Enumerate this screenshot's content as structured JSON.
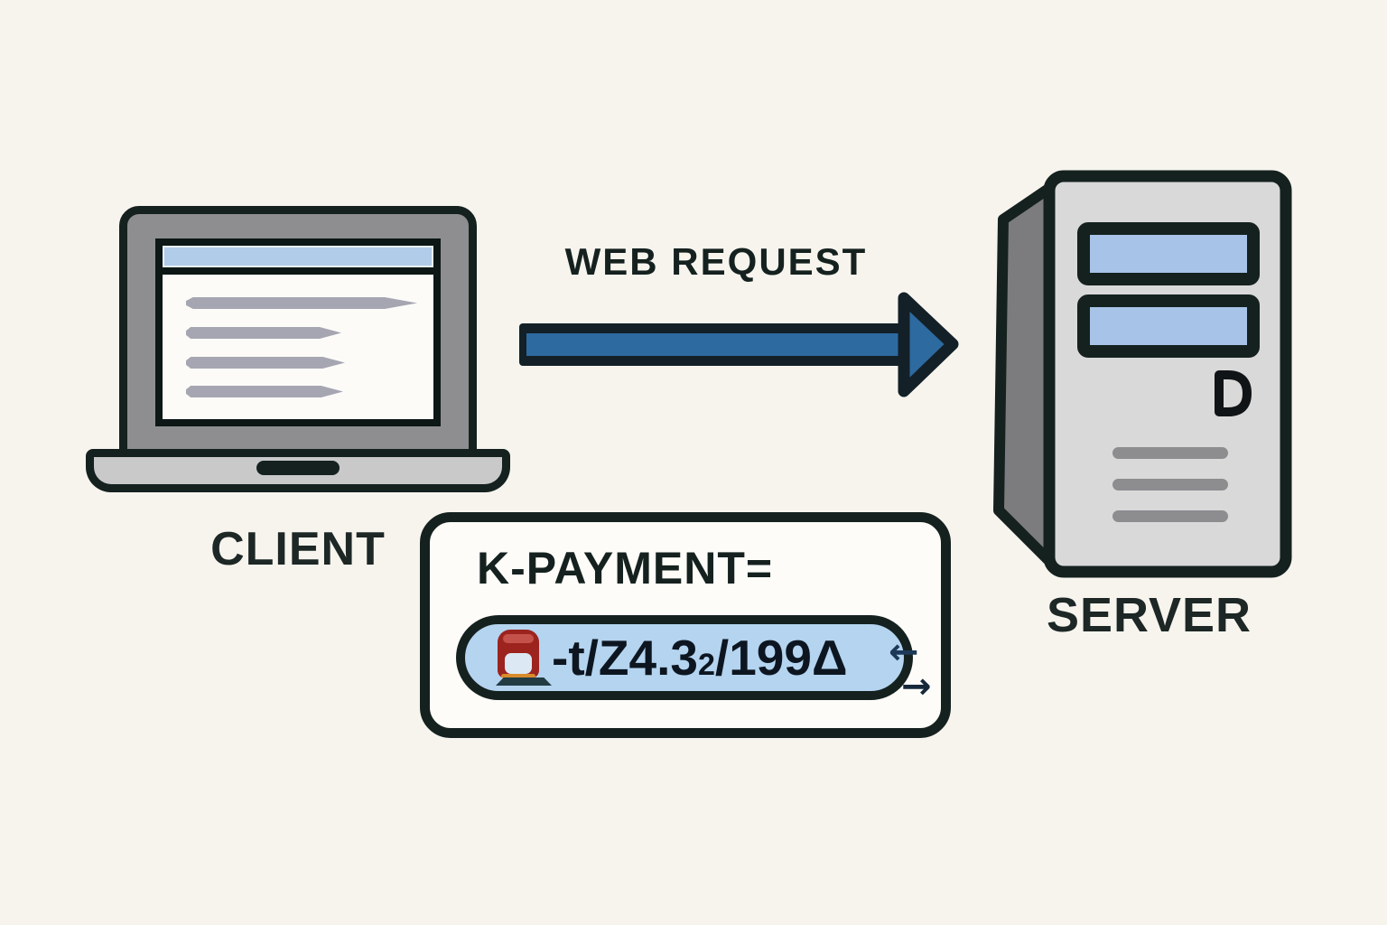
{
  "meta": {
    "type": "diagram",
    "description": "Client sends web request with payment token to server"
  },
  "colors": {
    "background": "#f7f4ee",
    "outline": "#15211f",
    "arrow_blue": "#2d6aa0",
    "token_field_blue": "#b4d4f0",
    "server_slot_blue": "#a7c3e7",
    "browser_bar_blue": "#b0cce9",
    "lock_red": "#9c231e"
  },
  "client": {
    "label": "CLIENT",
    "icon": "laptop-icon",
    "screen_line_count": 4
  },
  "request": {
    "label": "WEB REQUEST",
    "icon": "right-arrow",
    "direction": "left-to-right"
  },
  "server": {
    "label": "SERVER",
    "icon": "server-tower-icon",
    "slot_count": 2,
    "vent_count": 3
  },
  "payment_box": {
    "title": "K-PAYMENT=",
    "token_full": "-t/Z4.32/199Δ",
    "token_prefix": "-t/Z4.3",
    "token_small_digit": "2",
    "token_suffix": "/199Δ",
    "lock_icon": "red-lock-icon",
    "arrow_left_glyph": "←",
    "arrow_right_glyph": "→"
  }
}
